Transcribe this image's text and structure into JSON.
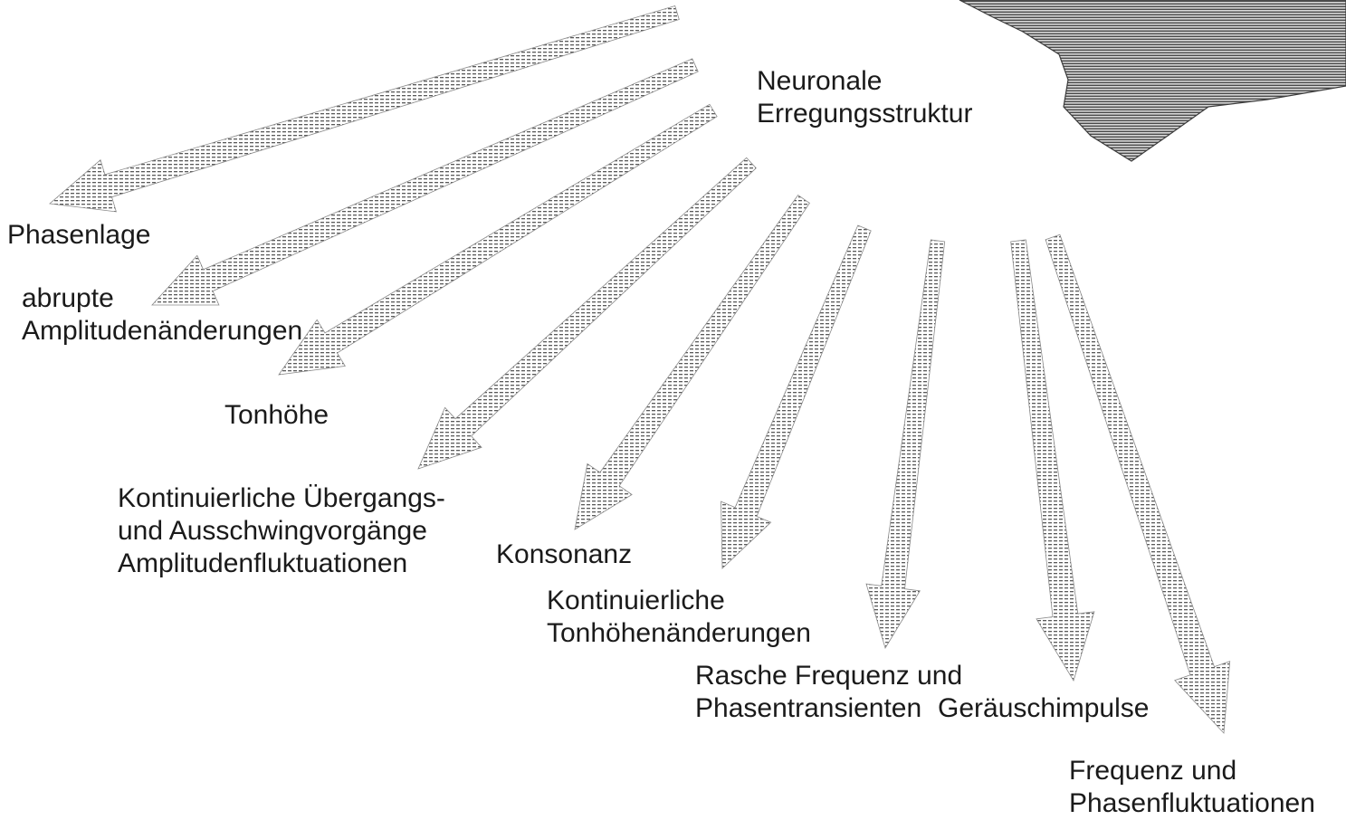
{
  "source_label": [
    "Neuronale",
    "Erregungsstruktur"
  ],
  "labels": {
    "phasenlage": [
      "Phasenlage"
    ],
    "abrupte": [
      "abrupte",
      "Amplitudenänderungen"
    ],
    "tonhoehe": [
      "Tonhöhe"
    ],
    "kontinuierliche_uebergang": [
      "Kontinuierliche Übergangs-",
      "und Ausschwingvorgänge",
      "Amplitudenfluktuationen"
    ],
    "konsonanz": [
      "Konsonanz"
    ],
    "kontinuierliche_tonhoehe": [
      "Kontinuierliche",
      "Tonhöhenänderungen"
    ],
    "rasche_frequenz": [
      "Rasche Frequenz und",
      "Phasentransienten"
    ],
    "geraeuschimpulse": [
      "Geräuschimpulse"
    ],
    "frequenz_phasen": [
      "Frequenz und",
      "Phasenfluktuationen"
    ]
  },
  "colors": {
    "arrow": "#8a8a8a",
    "hatch": "#5a5a5a",
    "brain": "#6e6e6e",
    "text": "#1a1a1a"
  }
}
